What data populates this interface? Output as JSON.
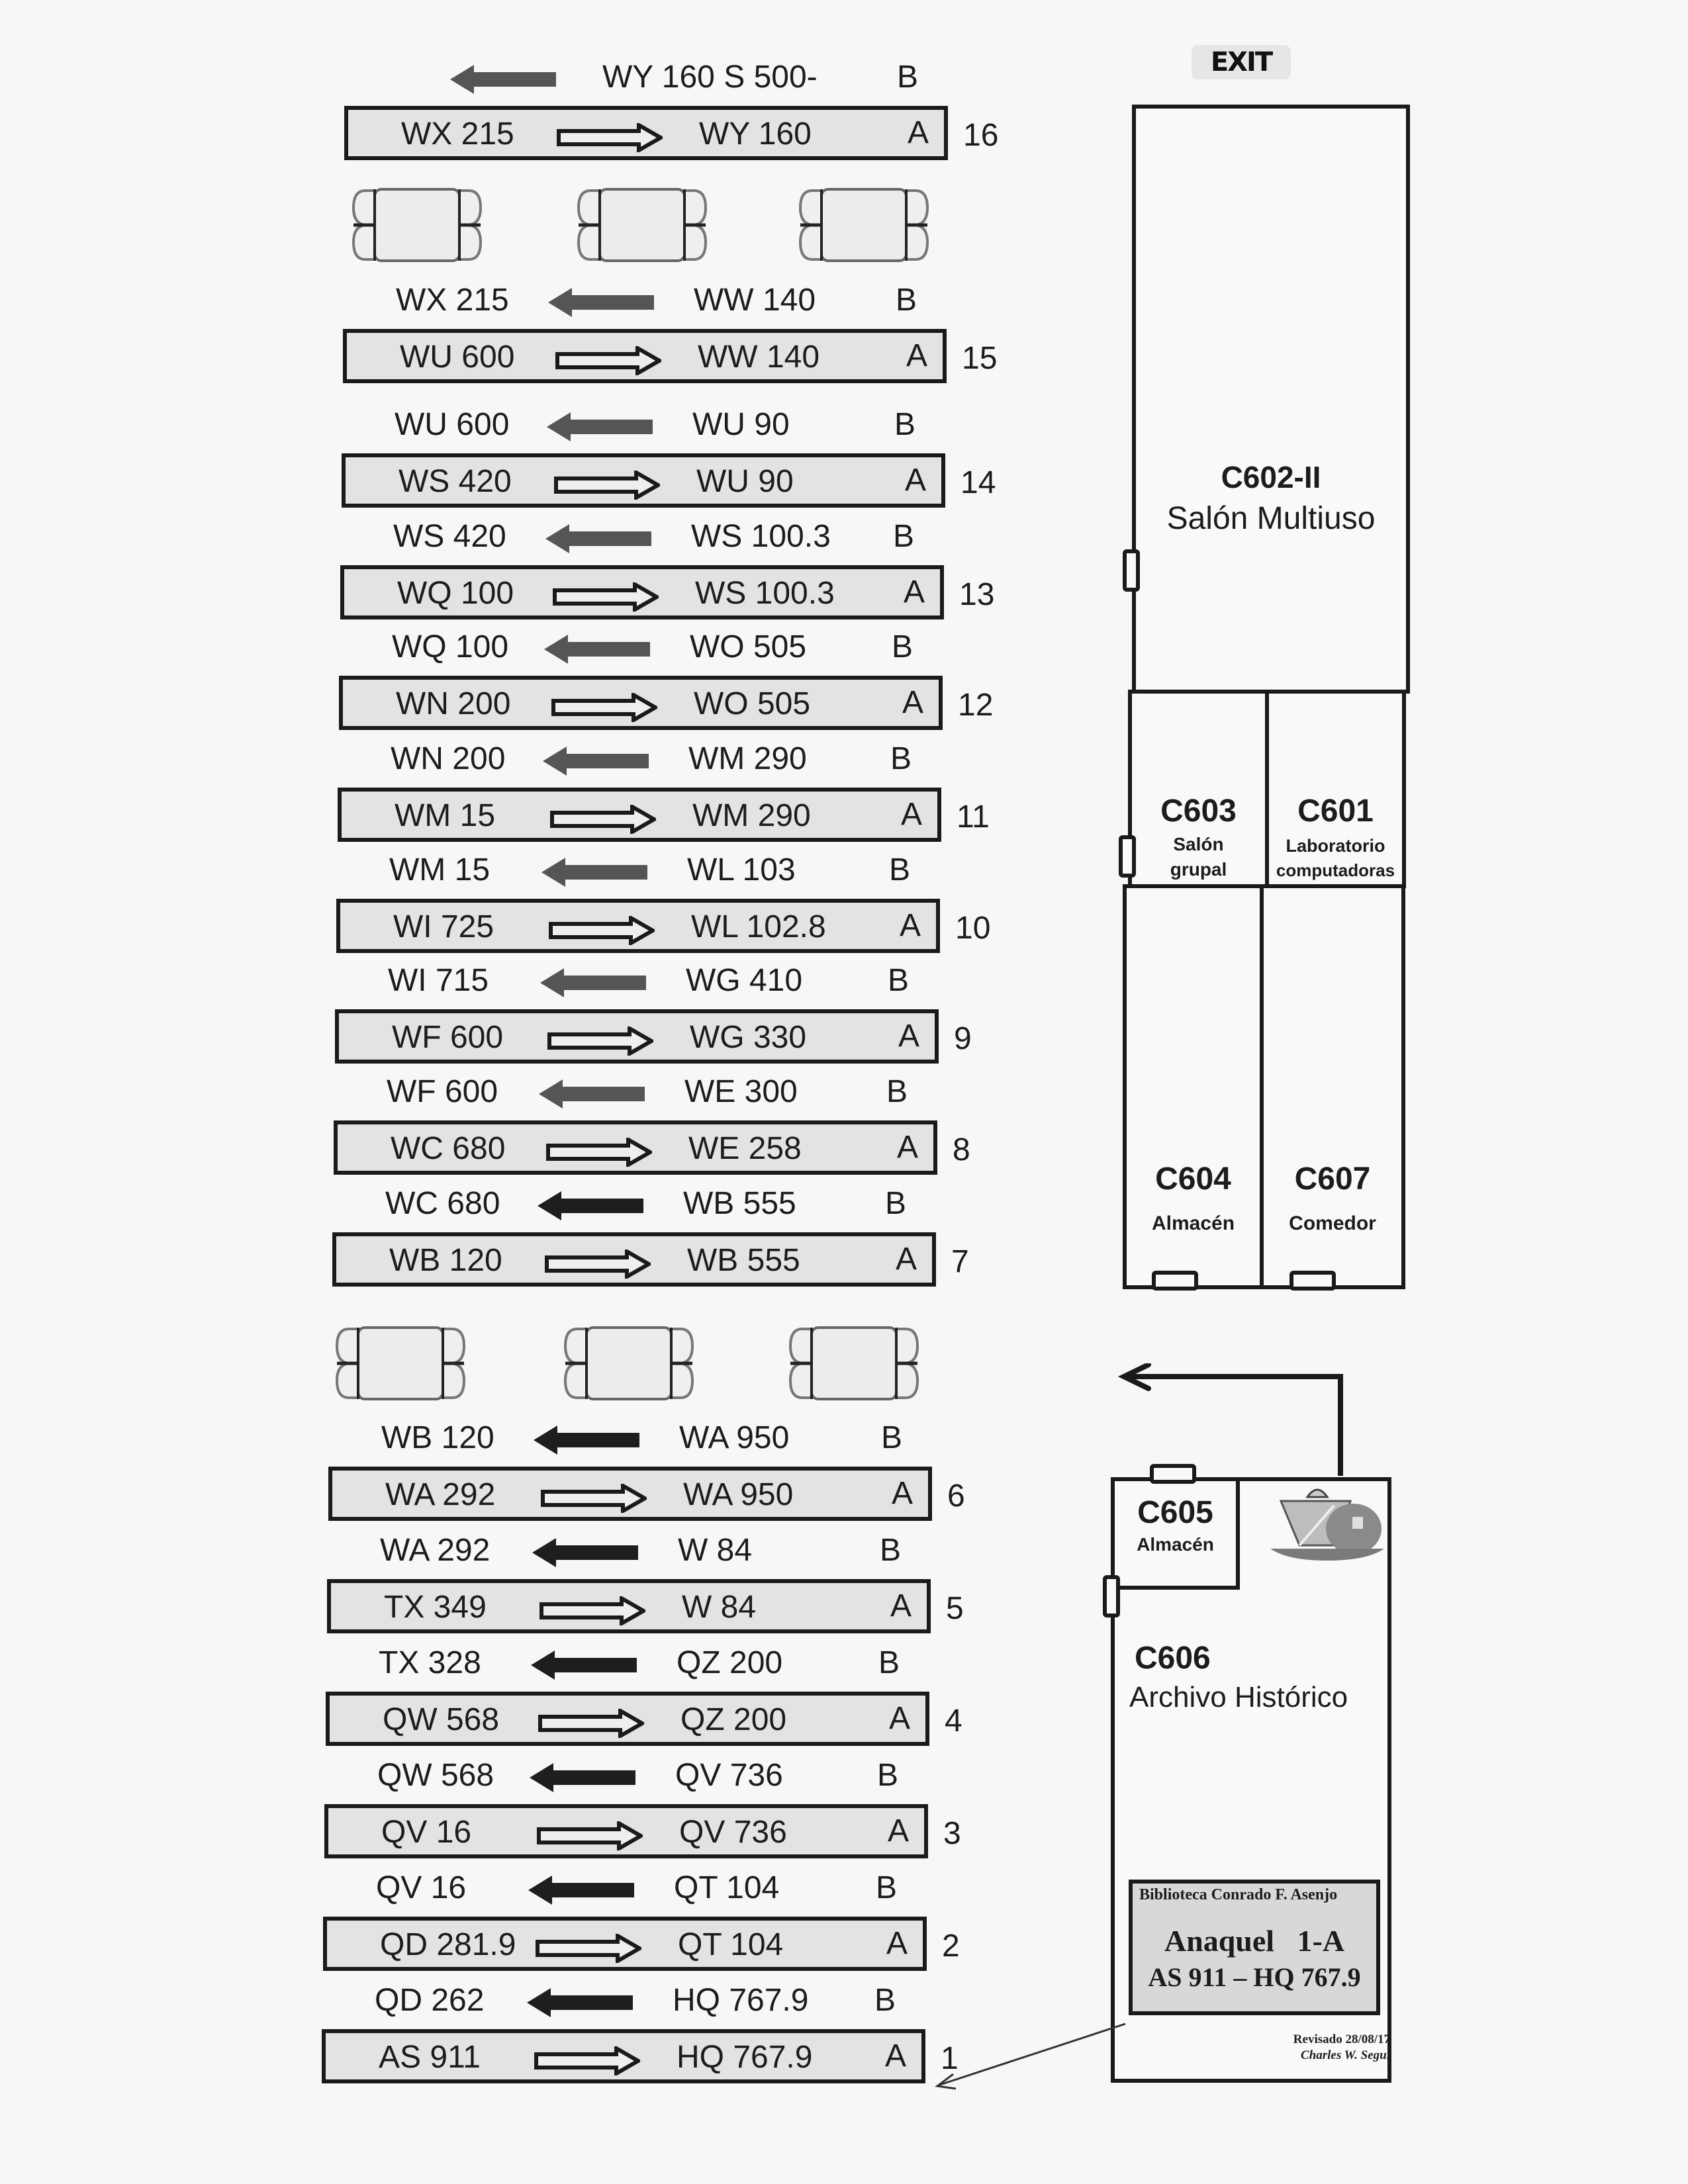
{
  "exit_sign": "EXIT",
  "shelves": [
    {
      "number": "16",
      "b": {
        "start": "",
        "end": "WY 160 S 500-",
        "side": "B"
      },
      "a": {
        "start": "WX 215",
        "end": "WY 160",
        "side": "A"
      }
    },
    {
      "number": "15",
      "b": {
        "start": "WX 215",
        "end": "WW 140",
        "side": "B"
      },
      "a": {
        "start": "WU 600",
        "end": "WW 140",
        "side": "A"
      }
    },
    {
      "number": "14",
      "b": {
        "start": "WU 600",
        "end": "WU 90",
        "side": "B"
      },
      "a": {
        "start": "WS 420",
        "end": "WU 90",
        "side": "A"
      }
    },
    {
      "number": "13",
      "b": {
        "start": "WS 420",
        "end": "WS 100.3",
        "side": "B"
      },
      "a": {
        "start": "WQ 100",
        "end": "WS 100.3",
        "side": "A"
      }
    },
    {
      "number": "12",
      "b": {
        "start": "WQ 100",
        "end": "WO 505",
        "side": "B"
      },
      "a": {
        "start": "WN 200",
        "end": "WO 505",
        "side": "A"
      }
    },
    {
      "number": "11",
      "b": {
        "start": "WN 200",
        "end": "WM 290",
        "side": "B"
      },
      "a": {
        "start": "WM 15",
        "end": "WM 290",
        "side": "A"
      }
    },
    {
      "number": "10",
      "b": {
        "start": "WM 15",
        "end": "WL 103",
        "side": "B"
      },
      "a": {
        "start": "WI 725",
        "end": "WL 102.8",
        "side": "A"
      }
    },
    {
      "number": "9",
      "b": {
        "start": "WI 715",
        "end": "WG 410",
        "side": "B"
      },
      "a": {
        "start": "WF 600",
        "end": "WG 330",
        "side": "A"
      }
    },
    {
      "number": "8",
      "b": {
        "start": "WF 600",
        "end": "WE 300",
        "side": "B"
      },
      "a": {
        "start": "WC 680",
        "end": "WE 258",
        "side": "A"
      }
    },
    {
      "number": "7",
      "b": {
        "start": "WC 680",
        "end": "WB 555",
        "side": "B"
      },
      "a": {
        "start": "WB 120",
        "end": "WB 555",
        "side": "A"
      }
    },
    {
      "number": "6",
      "b": {
        "start": "WB 120",
        "end": "WA 950",
        "side": "B"
      },
      "a": {
        "start": "WA 292",
        "end": "WA 950",
        "side": "A"
      }
    },
    {
      "number": "5",
      "b": {
        "start": "WA 292",
        "end": "W 84",
        "side": "B"
      },
      "a": {
        "start": "TX 349",
        "end": "W 84",
        "side": "A"
      }
    },
    {
      "number": "4",
      "b": {
        "start": "TX 328",
        "end": "QZ 200",
        "side": "B"
      },
      "a": {
        "start": "QW 568",
        "end": "QZ 200",
        "side": "A"
      }
    },
    {
      "number": "3",
      "b": {
        "start": "QW 568",
        "end": "QV 736",
        "side": "B"
      },
      "a": {
        "start": "QV 16",
        "end": "QV 736",
        "side": "A"
      }
    },
    {
      "number": "2",
      "b": {
        "start": "QV 16",
        "end": "QT 104",
        "side": "B"
      },
      "a": {
        "start": "QD 281.9",
        "end": "QT 104",
        "side": "A"
      }
    },
    {
      "number": "1",
      "b": {
        "start": "QD 262",
        "end": "HQ 767.9",
        "side": "B"
      },
      "a": {
        "start": "AS 911",
        "end": "HQ 767.9",
        "side": "A"
      }
    }
  ],
  "rooms": {
    "c602": {
      "code": "C602-II",
      "name": "Salón Multiuso"
    },
    "c603": {
      "code": "C603",
      "name_line1": "Salón",
      "name_line2": "grupal"
    },
    "c601": {
      "code": "C601",
      "name_line1": "Laboratorio",
      "name_line2": "computadoras"
    },
    "c604": {
      "code": "C604",
      "name": "Almacén"
    },
    "c607": {
      "code": "C607",
      "name": "Comedor"
    },
    "c605": {
      "code": "C605",
      "name": "Almacén"
    },
    "c606": {
      "code": "C606",
      "name": "Archivo Histórico"
    }
  },
  "sign": {
    "library": "Biblioteca Conrado F. Asenjo",
    "shelf": "Anaquel   1-A",
    "range": "AS 911 – HQ 767.9"
  },
  "revision": {
    "date_label": "Revisado 28/08/17",
    "author": "Charles W. Seguí"
  }
}
